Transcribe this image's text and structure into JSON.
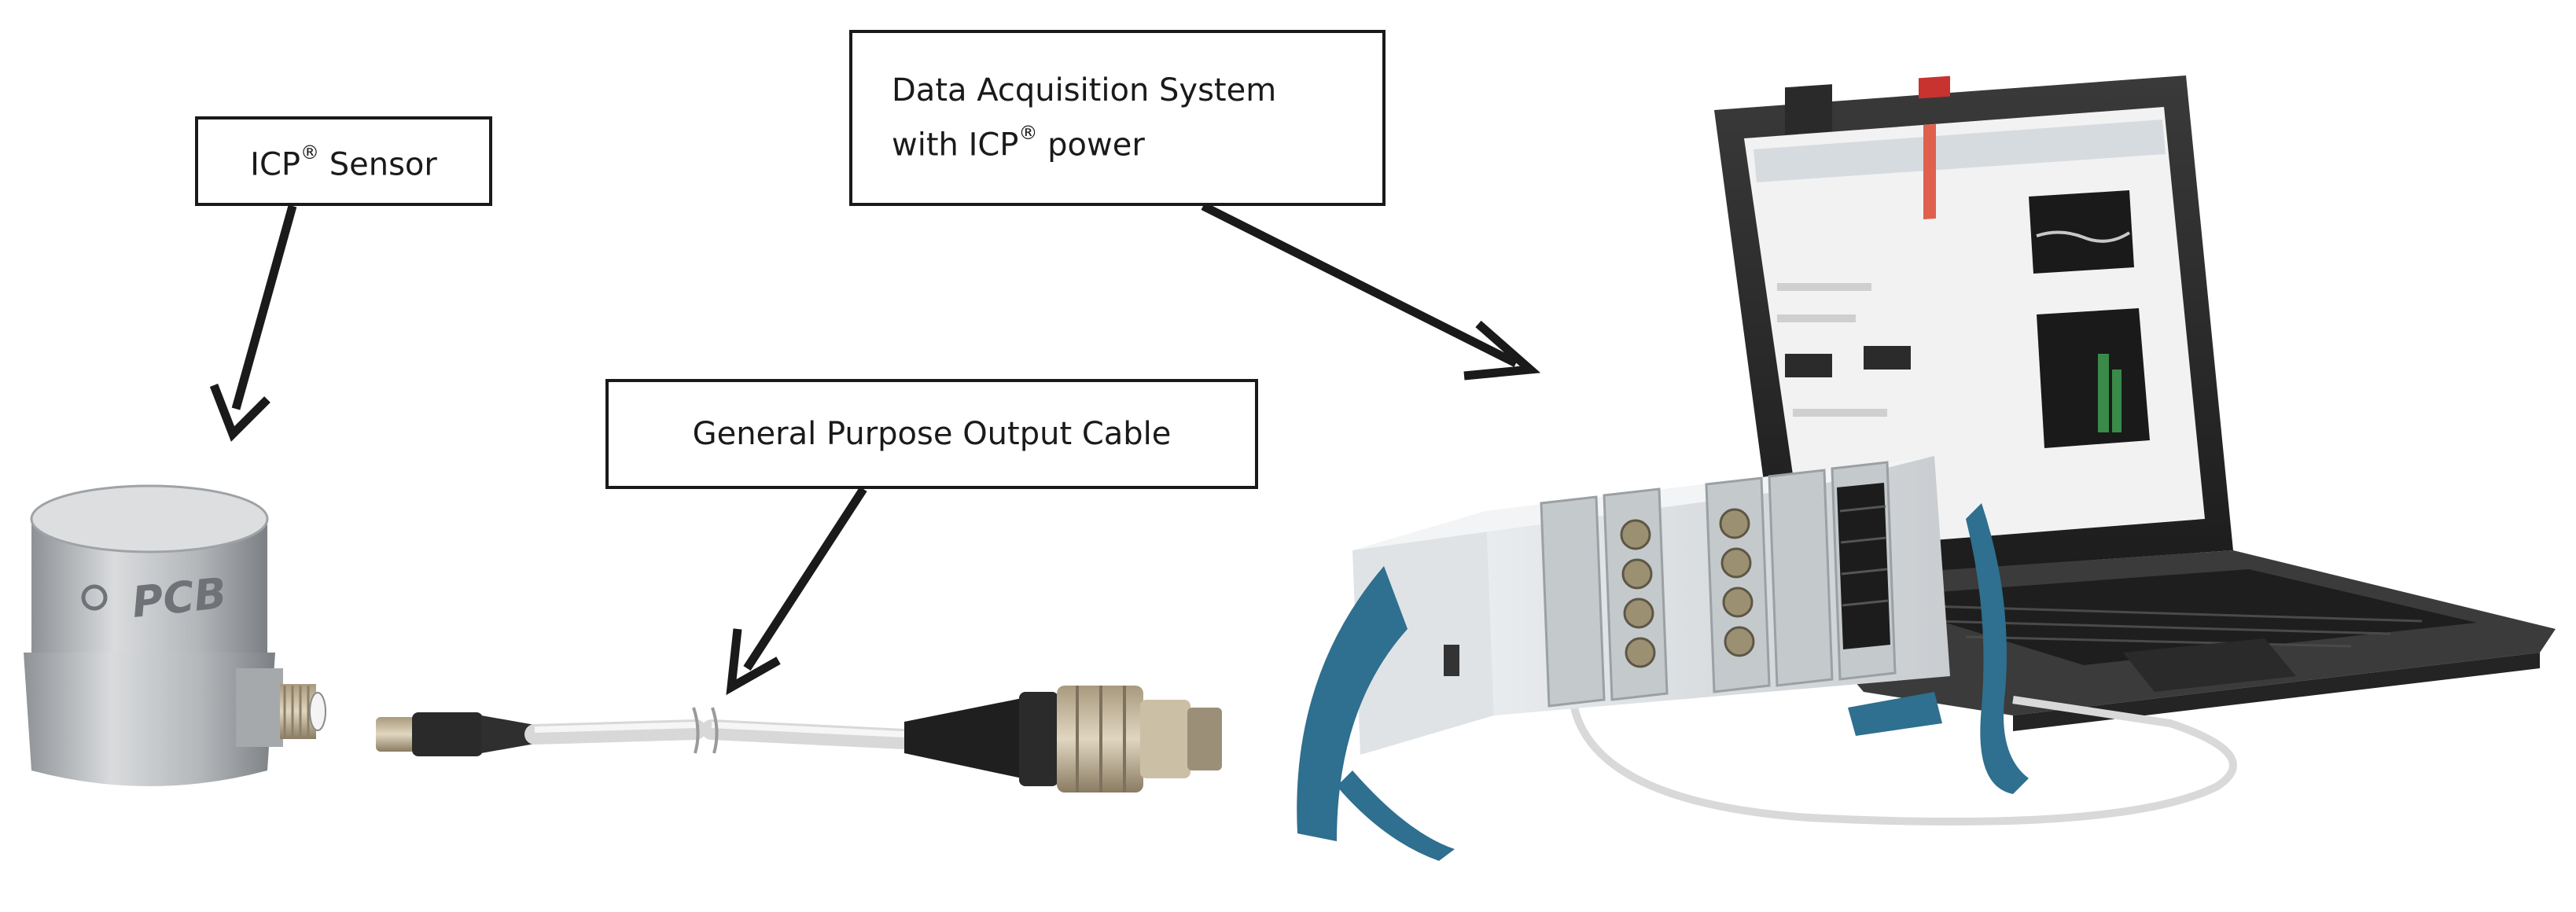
{
  "labels": {
    "sensor": {
      "text": "ICP",
      "mark": "®",
      "suffix": " Sensor"
    },
    "daq": {
      "line1": "Data Acquisition System",
      "line2_prefix": "with ICP",
      "line2_mark": "®",
      "line2_suffix": " power"
    },
    "cable": {
      "text": "General Purpose Output Cable"
    }
  },
  "sensor_logo": "PCB",
  "colors": {
    "stroke": "#1a1a1a",
    "steel": "#b9bcc0",
    "chassis_blue": "#2f6f8f",
    "cable": "#e8e8e8",
    "screen": "#f2f2f2"
  },
  "icons": [
    "arrow-icon",
    "accelerometer-icon",
    "cable-icon",
    "daq-chassis-icon",
    "laptop-icon"
  ]
}
